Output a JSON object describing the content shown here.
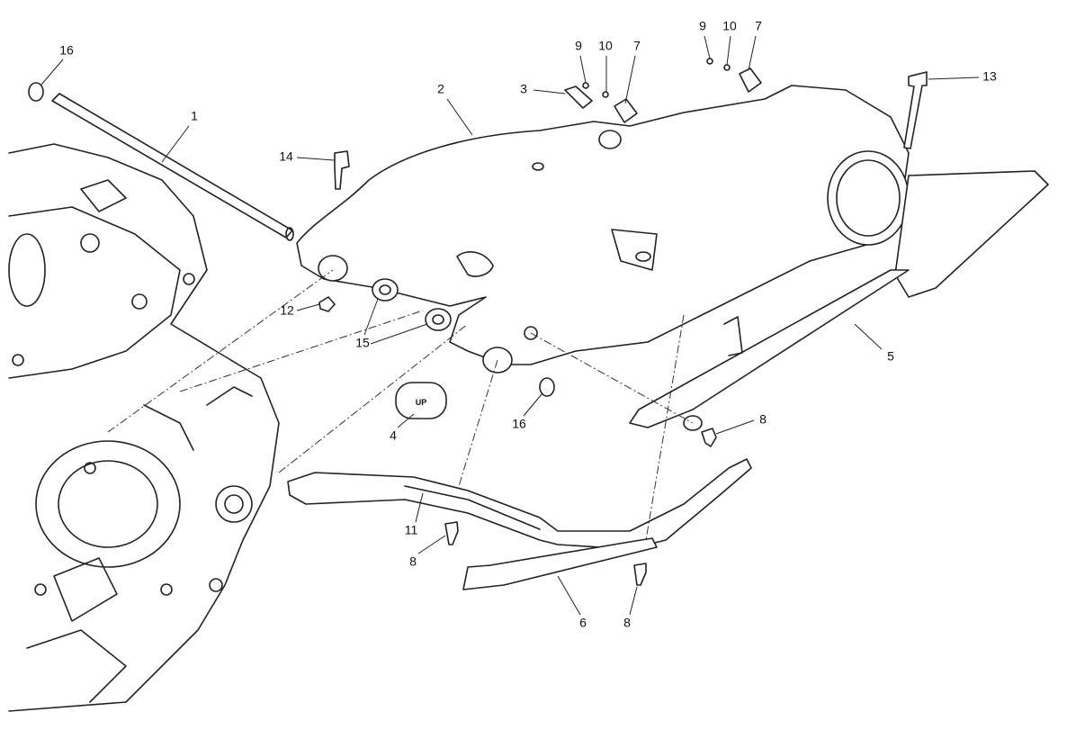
{
  "diagram": {
    "type": "exploded-parts-diagram",
    "callouts": {
      "c16a": "16",
      "c1": "1",
      "c2": "2",
      "c3": "3",
      "c9a": "9",
      "c10a": "10",
      "c7a": "7",
      "c9b": "9",
      "c10b": "10",
      "c7b": "7",
      "c13": "13",
      "c14": "14",
      "c12": "12",
      "c15": "15",
      "c16b": "16",
      "c4": "4",
      "c5": "5",
      "c8a": "8",
      "c11": "11",
      "c8b": "8",
      "c6": "6",
      "c8c": "8"
    },
    "plate_text": "UP"
  }
}
